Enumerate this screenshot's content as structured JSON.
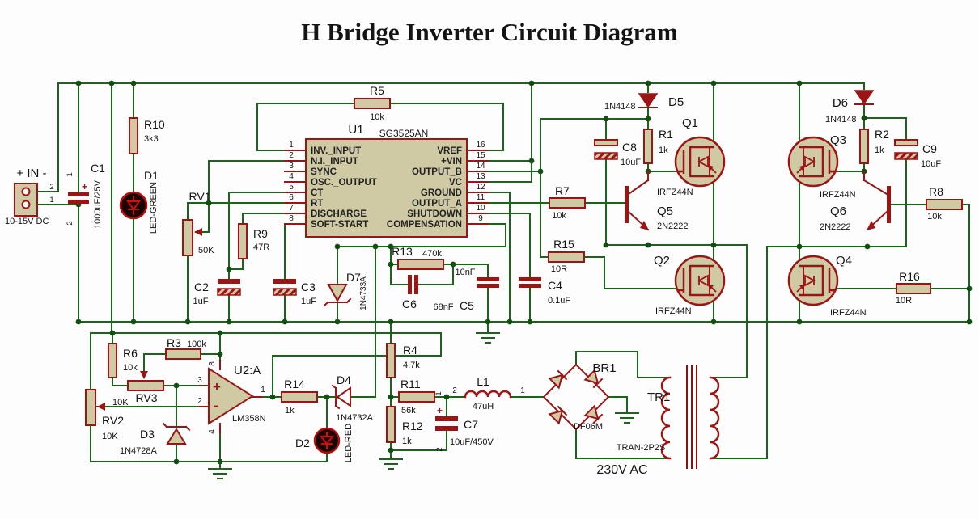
{
  "title": "H Bridge Inverter Circuit Diagram",
  "colors": {
    "wire": "#1a651a",
    "component": "#9d1414",
    "fill": "#cfcaa4",
    "text": "#141414",
    "led_body": "#1c0303"
  },
  "connector": {
    "label": "+ IN -",
    "sub": "10-15V DC",
    "pin_top": "2",
    "pin_bottom": "1"
  },
  "u1": {
    "ref": "U1",
    "part": "SG3525AN",
    "left_pins": [
      [
        "1",
        "INV._INPUT"
      ],
      [
        "2",
        "N.I._INPUT"
      ],
      [
        "3",
        "SYNC"
      ],
      [
        "4",
        "OSC._OUTPUT"
      ],
      [
        "5",
        "CT"
      ],
      [
        "6",
        "RT"
      ],
      [
        "7",
        "DISCHARGE"
      ],
      [
        "8",
        "SOFT-START"
      ]
    ],
    "right_pins": [
      [
        "16",
        "VREF"
      ],
      [
        "15",
        "+VIN"
      ],
      [
        "14",
        "OUTPUT_B"
      ],
      [
        "13",
        "VC"
      ],
      [
        "12",
        "GROUND"
      ],
      [
        "11",
        "OUTPUT_A"
      ],
      [
        "10",
        "SHUTDOWN"
      ],
      [
        "9",
        "COMPENSATION"
      ]
    ]
  },
  "u2": {
    "ref": "U2:A",
    "part": "LM358N",
    "pin_plus": "3",
    "pin_minus": "2",
    "pin_out": "1",
    "pin_top": "8",
    "pin_bottom": "4",
    "plus": "+",
    "minus": "-"
  },
  "parts": {
    "c1": {
      "ref": "C1",
      "value": "1000uF/25V",
      "pin_top": "1",
      "pin_bottom": "2",
      "plus": "+"
    },
    "r10": {
      "ref": "R10",
      "value": "3k3"
    },
    "d1": {
      "ref": "D1",
      "value": "LED-GREEN"
    },
    "r5": {
      "ref": "R5",
      "value": "10k"
    },
    "rv1": {
      "ref": "RV1",
      "value": "50K"
    },
    "r9": {
      "ref": "R9",
      "value": "47R"
    },
    "c2": {
      "ref": "C2",
      "value": "1uF"
    },
    "c3": {
      "ref": "C3",
      "value": "1uF"
    },
    "d7": {
      "ref": "D7",
      "value": "1N4733A"
    },
    "r13": {
      "ref": "R13",
      "value": "470k"
    },
    "c6": {
      "ref": "C6",
      "value": "68nF"
    },
    "c5": {
      "ref": "C5",
      "value": "10nF"
    },
    "c4": {
      "ref": "C4",
      "value": "0.1uF"
    },
    "r7": {
      "ref": "R7",
      "value": "10k"
    },
    "r15": {
      "ref": "R15",
      "value": "10R"
    },
    "d5": {
      "ref": "D5",
      "value": "1N4148"
    },
    "r1": {
      "ref": "R1",
      "value": "1k"
    },
    "c8": {
      "ref": "C8",
      "value": "10uF"
    },
    "q1": {
      "ref": "Q1",
      "value": "IRFZ44N"
    },
    "q5": {
      "ref": "Q5",
      "value": "2N2222"
    },
    "q2": {
      "ref": "Q2",
      "value": "IRFZ44N"
    },
    "d6": {
      "ref": "D6",
      "value": "1N4148"
    },
    "r2": {
      "ref": "R2",
      "value": "1k"
    },
    "c9": {
      "ref": "C9",
      "value": "10uF"
    },
    "q3": {
      "ref": "Q3",
      "value": "IRFZ44N"
    },
    "q6": {
      "ref": "Q6",
      "value": "2N2222"
    },
    "q4": {
      "ref": "Q4",
      "value": "IRFZ44N"
    },
    "r8": {
      "ref": "R8",
      "value": "10k"
    },
    "r16": {
      "ref": "R16",
      "value": "10R"
    },
    "r6": {
      "ref": "R6",
      "value": "10k"
    },
    "r3": {
      "ref": "R3",
      "value": "100k"
    },
    "rv3": {
      "ref": "RV3",
      "value": "10K"
    },
    "rv2": {
      "ref": "RV2",
      "value": "10K"
    },
    "d3": {
      "ref": "D3",
      "value": "1N4728A"
    },
    "r14": {
      "ref": "R14",
      "value": "1k"
    },
    "d4": {
      "ref": "D4",
      "value": "1N4732A"
    },
    "d2": {
      "ref": "D2",
      "value": "LED-RED"
    },
    "r4": {
      "ref": "R4",
      "value": "4.7k"
    },
    "r11": {
      "ref": "R11",
      "value": "56k"
    },
    "r12": {
      "ref": "R12",
      "value": "1k"
    },
    "c7": {
      "ref": "C7",
      "value": "10uF/450V",
      "pin_top": "1",
      "pin_bottom": "2",
      "plus": "+"
    },
    "l1": {
      "ref": "L1",
      "value": "47uH",
      "pin_left": "2",
      "pin_right": "1"
    },
    "br1": {
      "ref": "BR1",
      "value": "DF06M"
    },
    "tr1": {
      "ref": "TR1",
      "value": "TRAN-2P2S",
      "output": "230V AC"
    }
  }
}
